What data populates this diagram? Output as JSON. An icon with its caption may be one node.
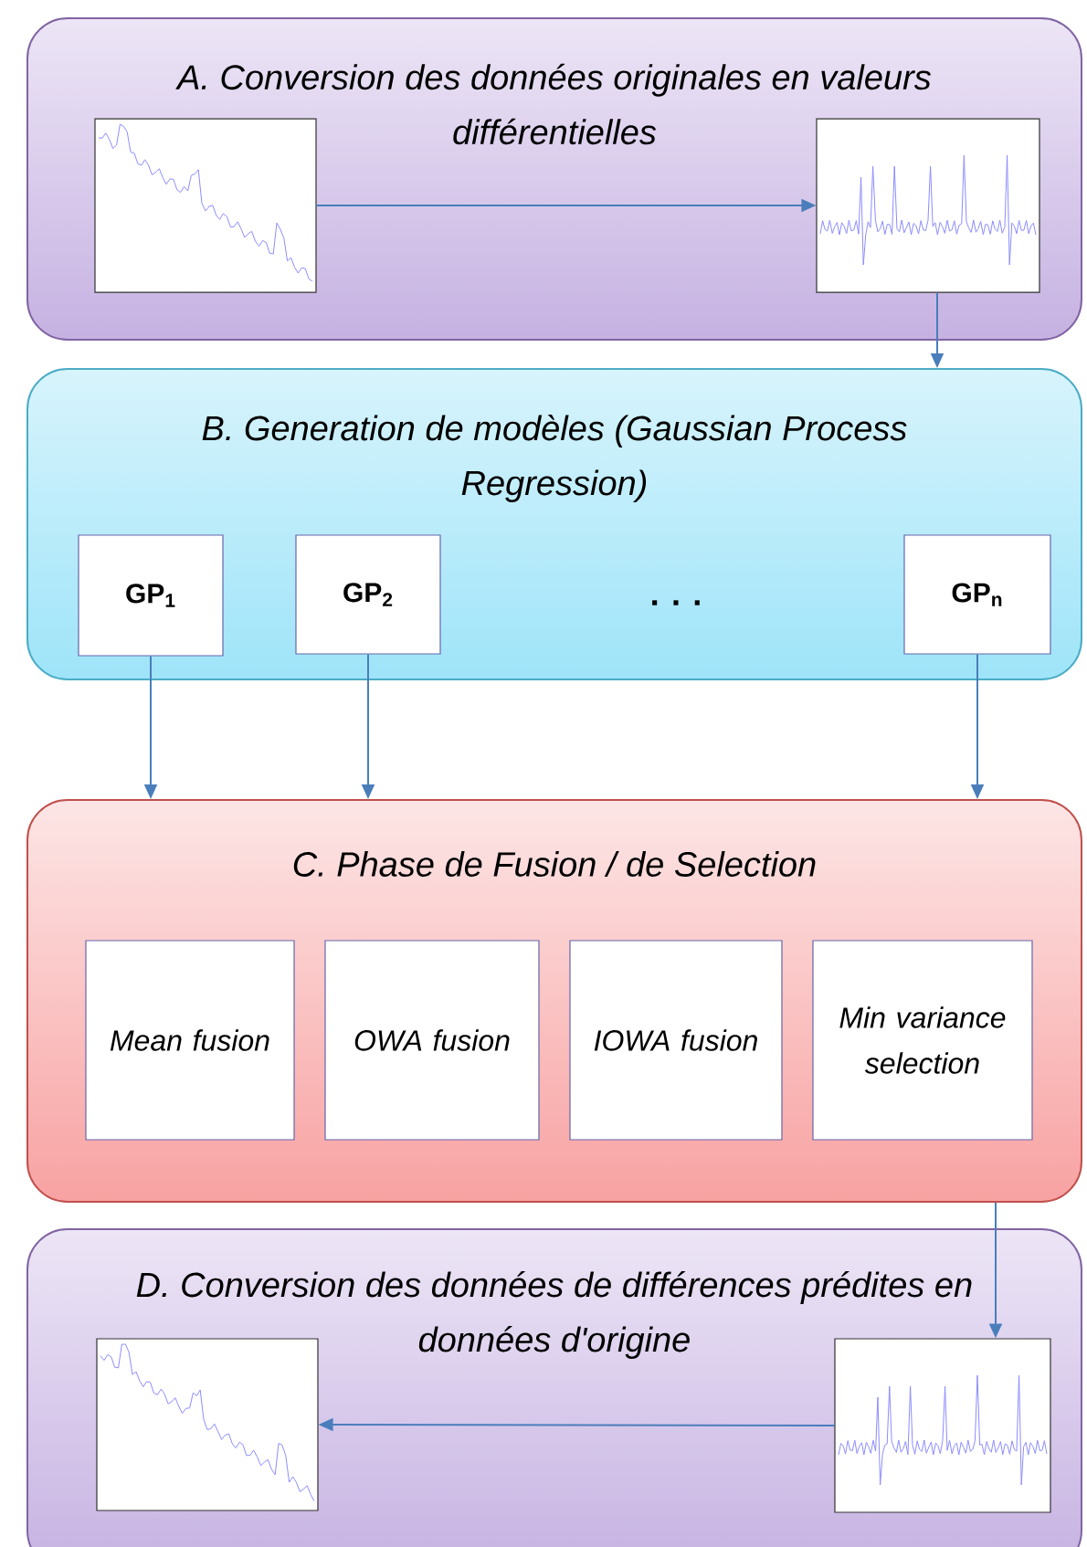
{
  "diagram": {
    "nodes": [
      {
        "text": [
          "A. Conversion des données originales en valeurs différentielles"
        ]
      },
      {
        "text": [],
        "shape": "picture",
        "in": 0
      },
      {
        "text": [],
        "shape": "picture",
        "in": 0
      },
      {
        "text": [
          "B. Generation de modèles (Gaussian Process Regression)"
        ]
      },
      {
        "text": [
          "GP$_{1}$"
        ],
        "in": 3
      },
      {
        "text": [
          "GP$_{2}$"
        ],
        "in": 3
      },
      {
        "text": [
          "GP$_{n}$"
        ],
        "in": 3
      },
      {
        "text": [
          "C. Phase de Fusion / de Selection"
        ]
      },
      {
        "text": [
          "Mean fusion"
        ],
        "in": 7
      },
      {
        "text": [
          "OWA fusion"
        ],
        "in": 7
      },
      {
        "text": [
          "IOWA fusion"
        ],
        "in": 7
      },
      {
        "text": [
          "Min variance selection"
        ],
        "in": 7
      },
      {
        "text": [
          "D. Conversion des données de différences prédites en données d'origine"
        ]
      },
      {
        "text": [],
        "shape": "picture",
        "in": 12
      },
      {
        "text": [],
        "shape": "picture",
        "in": 12
      }
    ],
    "edges": [
      {
        "from": 1,
        "to": 2,
        "arrow": "to"
      },
      {
        "from": 2,
        "to": 3,
        "arrow": "to"
      },
      {
        "from": 4,
        "to": 7,
        "arrow": "to"
      },
      {
        "from": 5,
        "to": 7,
        "arrow": "to"
      },
      {
        "from": 6,
        "to": 7,
        "arrow": "to"
      },
      {
        "from": 7,
        "to": 14,
        "arrow": "to"
      },
      {
        "from": 14,
        "to": 13,
        "arrow": "to"
      }
    ],
    "labels": [
      ". . ."
    ]
  }
}
